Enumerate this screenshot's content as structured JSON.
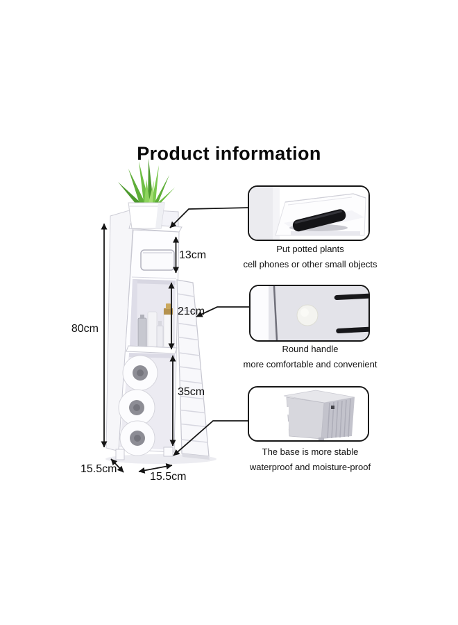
{
  "title": "Product information",
  "dimensions": {
    "total_height": "80cm",
    "top_section_height": "13cm",
    "middle_section_height": "21cm",
    "bottom_section_height": "35cm",
    "depth": "15.5cm",
    "width": "15.5cm"
  },
  "callouts": [
    {
      "photo": "top-shelf-with-phone",
      "lines": [
        "Put potted plants",
        "cell phones or other small objects"
      ]
    },
    {
      "photo": "round-door-handle",
      "lines": [
        "Round handle",
        "more comfortable and convenient"
      ]
    },
    {
      "photo": "cabinet-base",
      "lines": [
        "The base is more stable",
        "waterproof and moisture-proof"
      ]
    }
  ],
  "colors": {
    "background": "#ffffff",
    "text": "#111111",
    "annotation_line": "#151515",
    "cabinet_white": "#fdfdff",
    "interior_grey": "#e9e8f0",
    "plant_green": "#5fae39",
    "photo_grey": "#d6d6dc"
  }
}
